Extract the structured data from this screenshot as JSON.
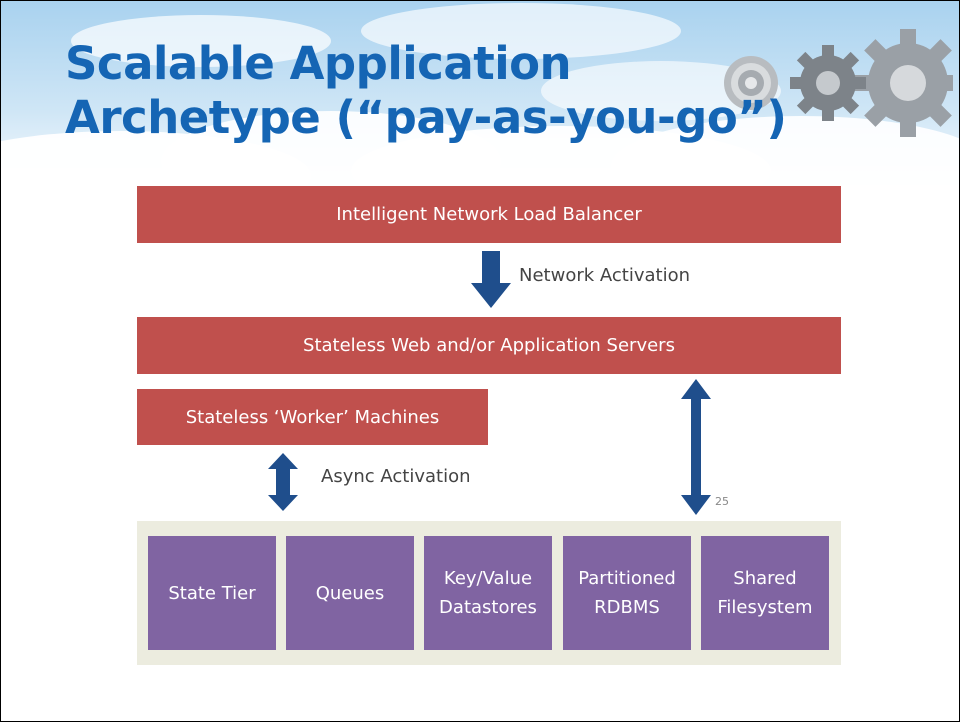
{
  "title": {
    "line1": "Scalable Application",
    "line2": "Archetype (“pay-as-you-go”)"
  },
  "tiers": {
    "load_balancer": "Intelligent Network Load Balancer",
    "web_servers": "Stateless Web and/or Application Servers",
    "workers": "Stateless ‘Worker’ Machines"
  },
  "arrows": {
    "network": "Network Activation",
    "async": "Async Activation"
  },
  "stores": [
    "State Tier",
    "Queues",
    "Key/Value\nDatastores",
    "Partitioned\nRDBMS",
    "Shared\nFilesystem"
  ],
  "page_number": "25",
  "colors": {
    "title": "#1565b4",
    "bar": "#c0504d",
    "store": "#8064a2",
    "arrow": "#1f4e8c",
    "panel": "#ececdf"
  }
}
